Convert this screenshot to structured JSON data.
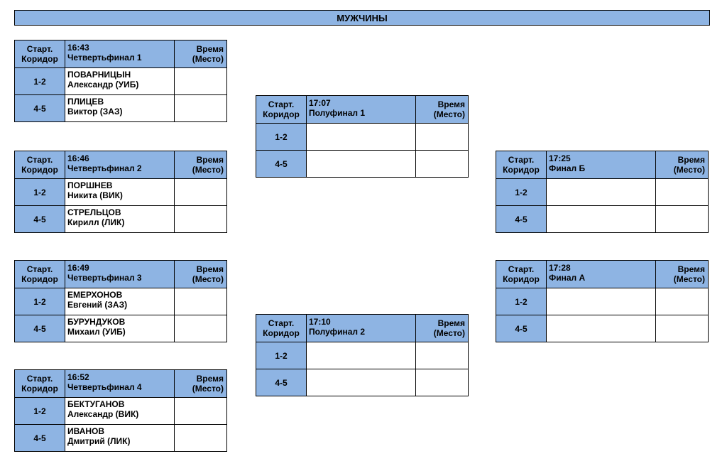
{
  "title": "МУЖЧИНЫ",
  "header_labels": {
    "lane_line1": "Старт.",
    "lane_line2": "Коридор",
    "time_line1": "Время",
    "time_line2": "(Место)"
  },
  "brackets": [
    {
      "time": "16:43",
      "event": "Четвертьфинал 1",
      "rows": [
        {
          "lane": "1-2",
          "name": "ПОВАРНИЦЫН",
          "detail": "Александр (УИБ)"
        },
        {
          "lane": "4-5",
          "name": "ПЛИЦЕВ",
          "detail": "Виктор (ЗАЗ)"
        }
      ]
    },
    {
      "time": "16:46",
      "event": "Четвертьфинал 2",
      "rows": [
        {
          "lane": "1-2",
          "name": "ПОРШНЕВ",
          "detail": "Никита (ВИК)"
        },
        {
          "lane": "4-5",
          "name": "СТРЕЛЬЦОВ",
          "detail": "Кирилл (ЛИК)"
        }
      ]
    },
    {
      "time": "16:49",
      "event": "Четвертьфинал 3",
      "rows": [
        {
          "lane": "1-2",
          "name": "ЕМЕРХОНОВ",
          "detail": "Евгений (ЗАЗ)"
        },
        {
          "lane": "4-5",
          "name": "БУРУНДУКОВ",
          "detail": "Михаил (УИБ)"
        }
      ]
    },
    {
      "time": "16:52",
      "event": "Четвертьфинал 4",
      "rows": [
        {
          "lane": "1-2",
          "name": "БЕКТУГАНОВ",
          "detail": "Александр (ВИК)"
        },
        {
          "lane": "4-5",
          "name": "ИВАНОВ",
          "detail": "Дмитрий (ЛИК)"
        }
      ]
    },
    {
      "time": "17:07",
      "event": "Полуфинал 1",
      "rows": [
        {
          "lane": "1-2",
          "name": "",
          "detail": ""
        },
        {
          "lane": "4-5",
          "name": "",
          "detail": ""
        }
      ]
    },
    {
      "time": "17:10",
      "event": "Полуфинал 2",
      "rows": [
        {
          "lane": "1-2",
          "name": "",
          "detail": ""
        },
        {
          "lane": "4-5",
          "name": "",
          "detail": ""
        }
      ]
    },
    {
      "time": "17:25",
      "event": "Финал Б",
      "rows": [
        {
          "lane": "1-2",
          "name": "",
          "detail": ""
        },
        {
          "lane": "4-5",
          "name": "",
          "detail": ""
        }
      ]
    },
    {
      "time": "17:28",
      "event": "Финал А",
      "rows": [
        {
          "lane": "1-2",
          "name": "",
          "detail": ""
        },
        {
          "lane": "4-5",
          "name": "",
          "detail": ""
        }
      ]
    }
  ]
}
